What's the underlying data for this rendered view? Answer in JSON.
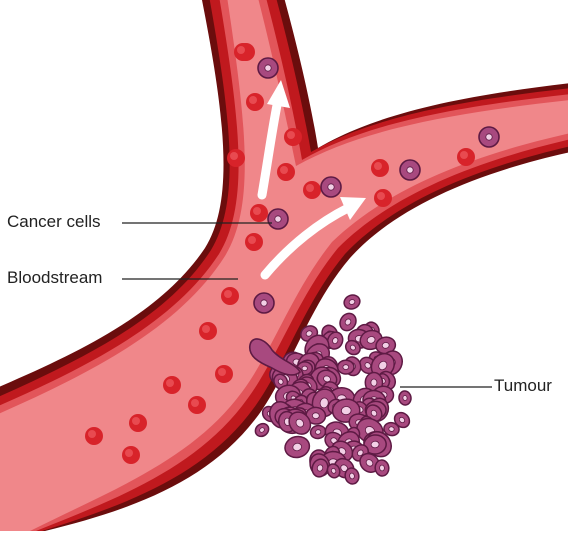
{
  "labels": {
    "cancer_cells": "Cancer cells",
    "bloodstream": "Bloodstream",
    "tumour": "Tumour"
  },
  "colors": {
    "vessel_wall_dark": "#6b0d0d",
    "vessel_wall": "#c0191e",
    "vessel_lining": "#e2555a",
    "blood": "#f0878a",
    "red_cell": "#d8232a",
    "cancer_cell_fill": "#a8497f",
    "cancer_cell_dark": "#5e1a44",
    "cancer_nucleus": "#f2d0e6",
    "arrow": "#ffffff",
    "leader_line": "#222222"
  }
}
